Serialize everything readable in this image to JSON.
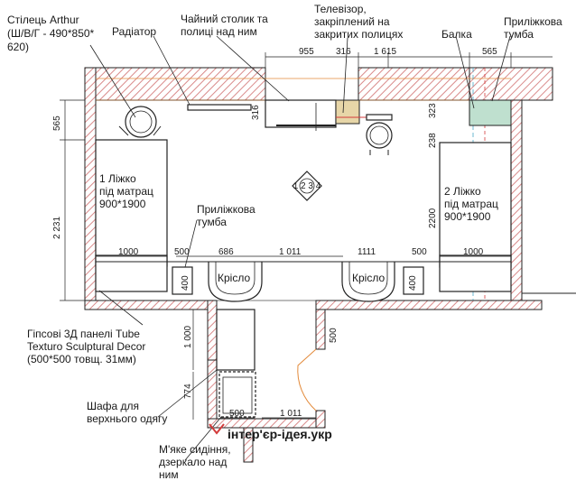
{
  "labels": {
    "chair": "Стілець Arthur (Ш/В/Г - 490*850*620)",
    "chair_l1": "Стілець Arthur",
    "chair_l2": "(Ш/В/Г - 490*850*",
    "chair_l3": "620)",
    "radiator": "Радіатор",
    "tea_l1": "Чайний столик та",
    "tea_l2": "полиці над ним",
    "tv_l1": "Телевізор,",
    "tv_l2": "закріплений на",
    "tv_l3": "закритих полицях",
    "beam": "Балка",
    "bedside_r_l1": "Приліжкова",
    "bedside_r_l2": "тумба",
    "bed1_l1": "1 Ліжко",
    "bed1_l2": "під матрац",
    "bed1_l3": "900*1900",
    "bed2_l1": "2 Ліжко",
    "bed2_l2": "під матрац",
    "bed2_l3": "900*1900",
    "bedside_c_l1": "Приліжкова",
    "bedside_c_l2": "тумба",
    "armchair_l": "Крісло",
    "armchair_r": "Крісло",
    "panels_l1": "Гіпсові 3Д панелі Tube",
    "panels_l2": "Texturo Sculptural Decor",
    "panels_l3": "(500*500 товщ. 31мм)",
    "wardrobe_l1": "Шафа для",
    "wardrobe_l2": "верхнього одягу",
    "seat_l1": "М'яке сидіння,",
    "seat_l2": "дзеркало над",
    "seat_l3": "ним",
    "watermark": "інтер'єр-ідея.укр"
  },
  "dimensions": {
    "top_955": "955",
    "top_316": "316",
    "top_1615": "1 615",
    "top_565": "565",
    "left_565": "565",
    "left_2231": "2 231",
    "v_316": "316",
    "v_323": "323",
    "v_238": "238",
    "v_2200": "2200",
    "bed1_1000": "1000",
    "bed2_1000": "1000",
    "mid_500_l": "500",
    "mid_686": "686",
    "mid_1011": "1 011",
    "mid_1111": "1111",
    "mid_500_r": "500",
    "v_400_l": "400",
    "v_400_r": "400",
    "corr_1000": "1 000",
    "corr_774": "774",
    "door_500": "500",
    "bot_500": "500",
    "bot_1011": "1 011",
    "compass": "1 2 3 4"
  },
  "colors": {
    "wall_hatch": "#d98b8b",
    "wall_outline": "#222222",
    "wood_accent": "#e7d6a8",
    "mint_accent": "#bfe0cf",
    "red_axis": "#d33b3b",
    "cyan_axis": "#4aa7c8",
    "orange_line": "#e38a3a"
  }
}
